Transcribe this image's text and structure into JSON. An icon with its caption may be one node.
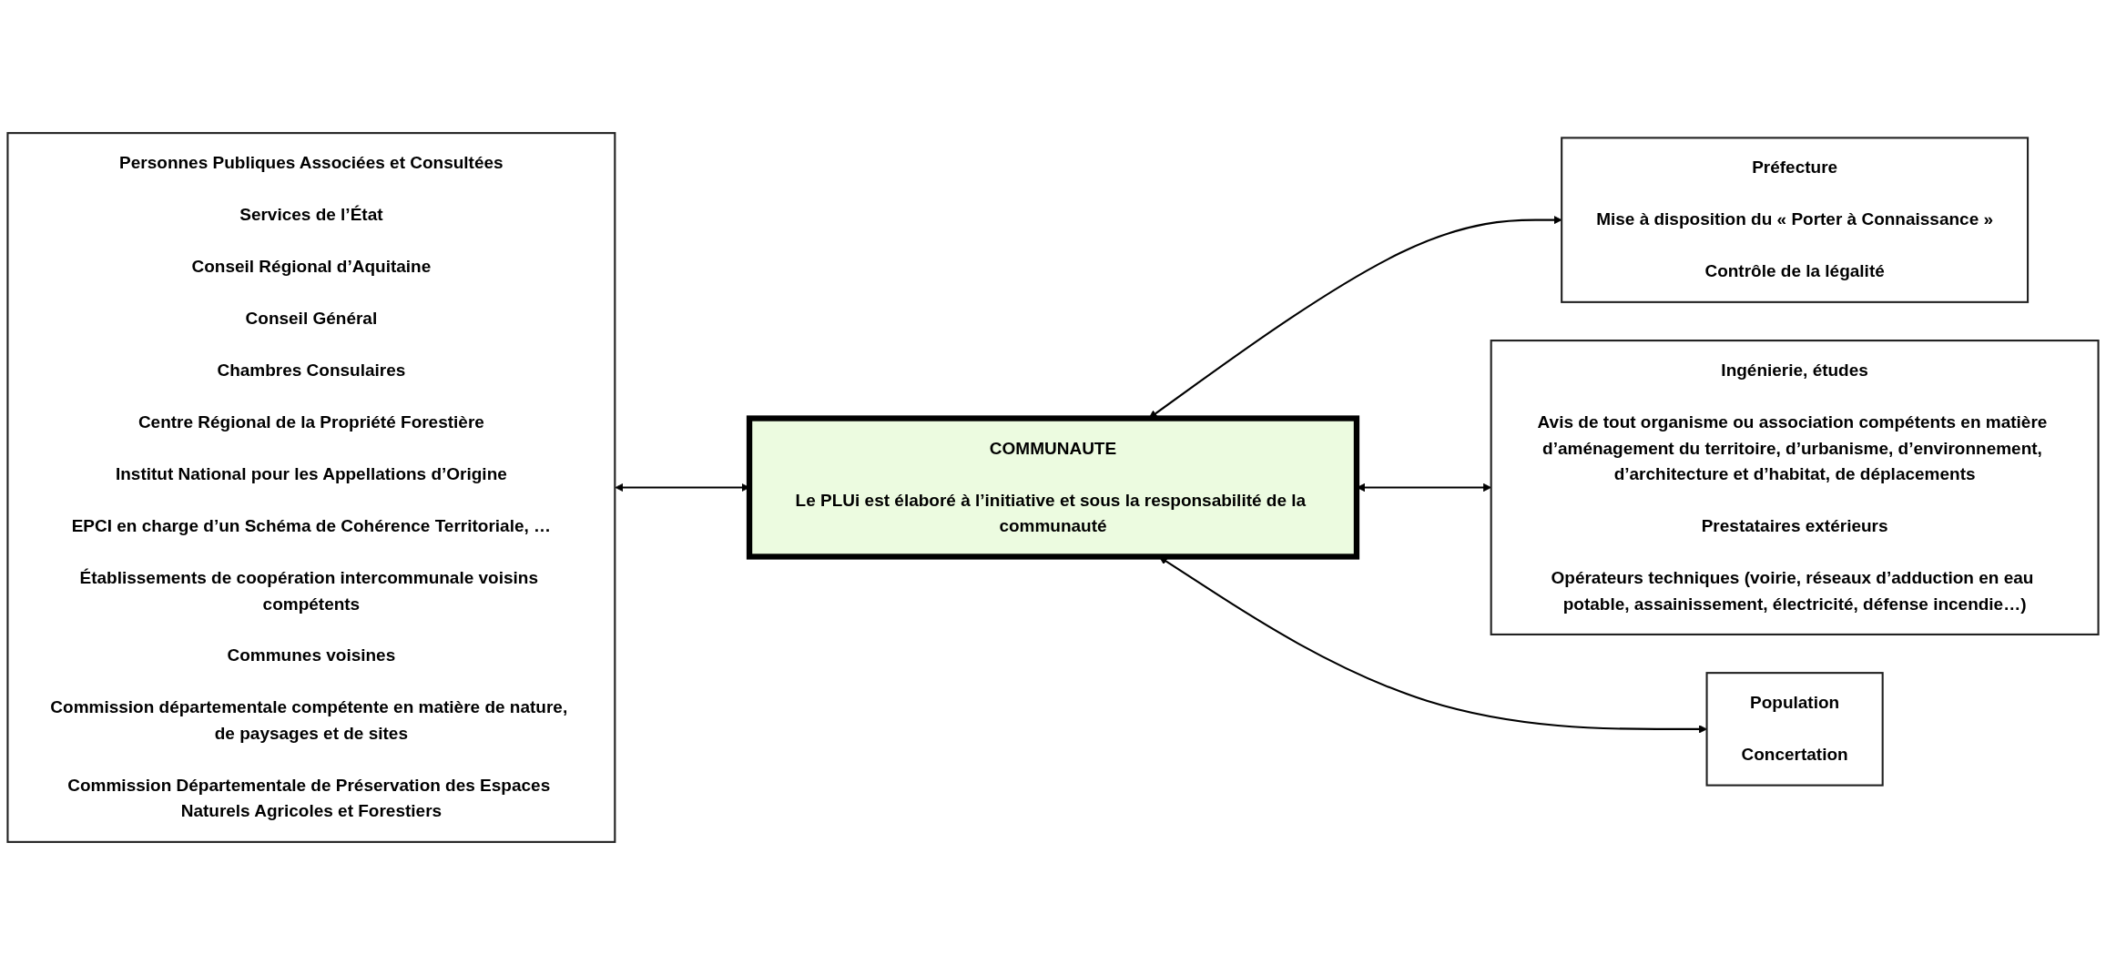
{
  "diagram": {
    "nodes": [
      {
        "text": [
          "Personnes Publiques Associées et Consultées",
          "Services de l’État",
          "Conseil Régional d’Aquitaine",
          "Conseil Général",
          "Chambres Consulaires",
          "Centre Régional de la Propriété Forestière",
          "Institut National pour les Appellations d’Origine",
          "EPCI en charge d’un Schéma de Cohérence Territoriale, …",
          "Établissements de coopération intercommunale voisins compétents",
          "Communes voisines",
          "Commission départementale compétente en matière de nature, de paysages et de sites",
          "Commission Départementale de Préservation des Espaces Naturels Agricoles et Forestiers"
        ]
      },
      {
        "text": [
          "Préfecture",
          "Mise à disposition du « Porter à Connaissance »",
          "Contrôle de la légalité"
        ]
      },
      {
        "text": [
          "Ingénierie, études",
          "Avis de tout organisme ou association compétents en matière d’aménagement du territoire, d’urbanisme, d’environnement, d’architecture et d’habitat, de déplacements",
          "Prestataires extérieurs",
          "Opérateurs techniques (voirie, réseaux d’adduction en eau potable, assainissement, électricité, défense incendie…)"
        ]
      },
      {
        "text": [
          "COMMUNAUTE",
          "Le PLUi est élaboré à l’initiative et sous la responsabilité de la communauté"
        ]
      },
      {
        "text": [
          "Population",
          "Concertation"
        ]
      }
    ],
    "edges": [
      {
        "from": 0,
        "to": 3,
        "arrow": "both"
      },
      {
        "from": 3,
        "to": 1,
        "arrow": "both"
      },
      {
        "from": 3,
        "to": 2,
        "arrow": "both"
      },
      {
        "from": 3,
        "to": 4,
        "arrow": "both"
      }
    ]
  }
}
